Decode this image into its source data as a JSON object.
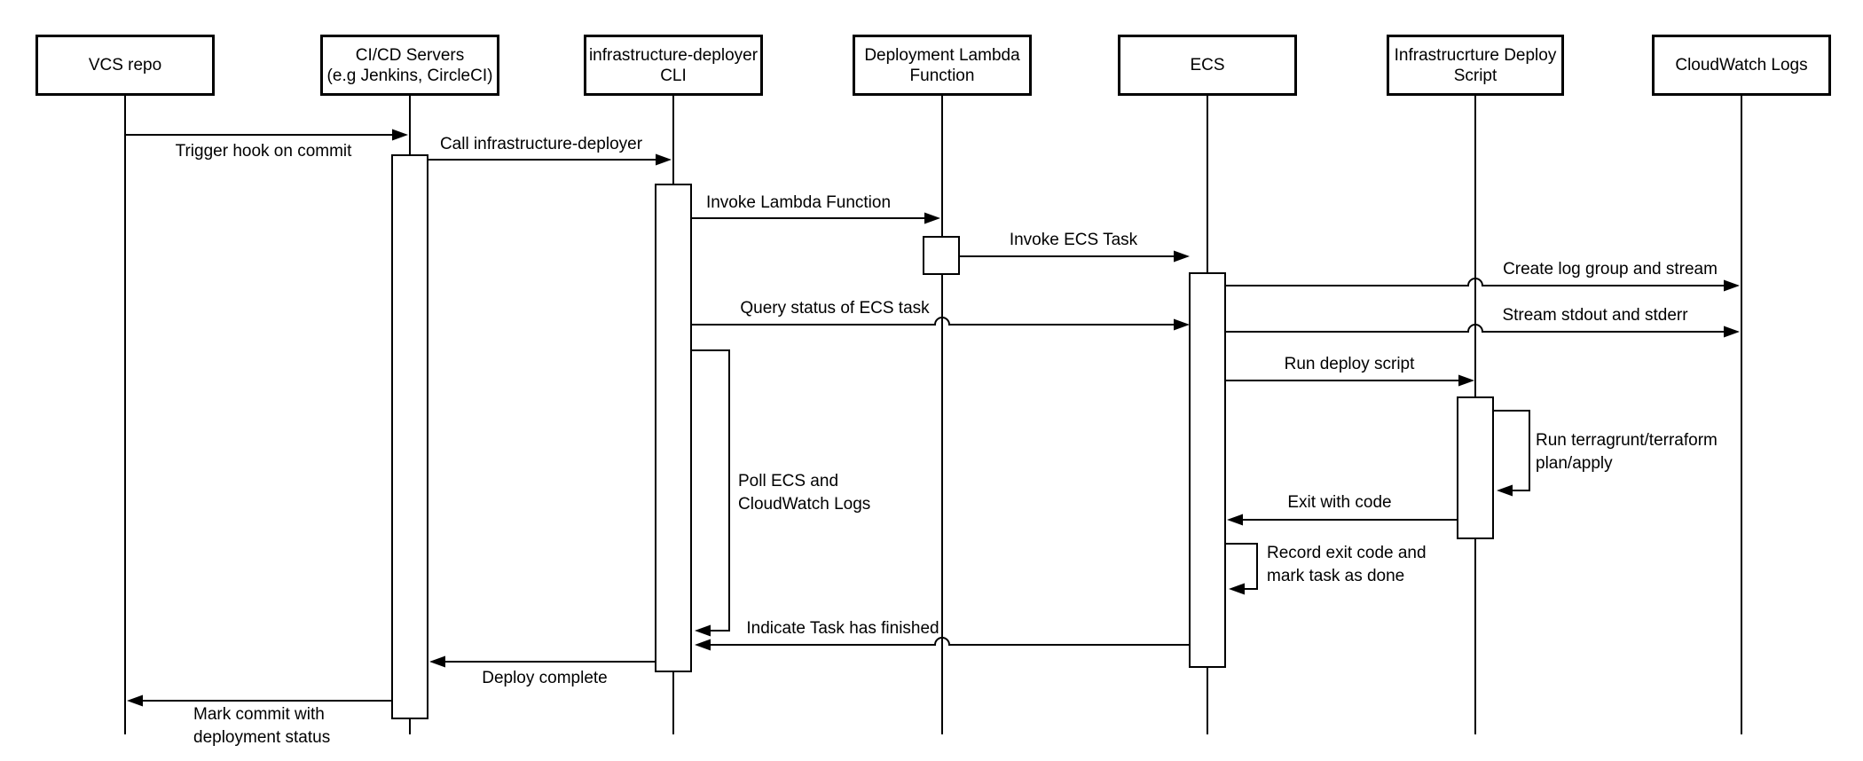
{
  "diagram": {
    "kind": "uml-sequence-diagram",
    "background_color": "#ffffff",
    "line_color": "#000000",
    "participants": [
      {
        "label": "VCS repo"
      },
      {
        "label": "CI/CD Servers\n(e.g Jenkins, CircleCI)"
      },
      {
        "label": "infrastructure-deployer\nCLI"
      },
      {
        "label": "Deployment Lambda\nFunction"
      },
      {
        "label": "ECS"
      },
      {
        "label": "Infrastrucrture Deploy\nScript"
      },
      {
        "label": "CloudWatch Logs"
      }
    ],
    "messages": [
      {
        "label": "Trigger hook on commit",
        "from": "VCS repo",
        "to": "CI/CD Servers (e.g Jenkins, CircleCI)"
      },
      {
        "label": "Call infrastructure-deployer",
        "from": "CI/CD Servers (e.g Jenkins, CircleCI)",
        "to": "infrastructure-deployer CLI"
      },
      {
        "label": "Invoke Lambda Function",
        "from": "infrastructure-deployer CLI",
        "to": "Deployment Lambda Function"
      },
      {
        "label": "Invoke ECS Task",
        "from": "Deployment Lambda Function",
        "to": "ECS"
      },
      {
        "label": "Create log group and stream",
        "from": "ECS",
        "to": "CloudWatch Logs"
      },
      {
        "label": "Query status of ECS task",
        "from": "infrastructure-deployer CLI",
        "to": "ECS"
      },
      {
        "label": "Stream stdout and stderr",
        "from": "ECS",
        "to": "CloudWatch Logs"
      },
      {
        "label": "Run deploy script",
        "from": "ECS",
        "to": "Infrastrucrture Deploy Script"
      },
      {
        "label": "Run terragrunt/terraform\nplan/apply",
        "from": "Infrastrucrture Deploy Script",
        "to": "Infrastrucrture Deploy Script"
      },
      {
        "label": "Exit with code",
        "from": "Infrastrucrture Deploy Script",
        "to": "ECS"
      },
      {
        "label": "Record exit code and\nmark task as done",
        "from": "ECS",
        "to": "ECS"
      },
      {
        "label": "Poll ECS and\nCloudWatch Logs",
        "from": "infrastructure-deployer CLI",
        "to": "infrastructure-deployer CLI"
      },
      {
        "label": "Indicate Task has finished",
        "from": "ECS",
        "to": "infrastructure-deployer CLI"
      },
      {
        "label": "Deploy complete",
        "from": "infrastructure-deployer CLI",
        "to": "CI/CD Servers (e.g Jenkins, CircleCI)"
      },
      {
        "label": "Mark commit with\ndeployment status",
        "from": "CI/CD Servers (e.g Jenkins, CircleCI)",
        "to": "VCS repo"
      }
    ]
  }
}
